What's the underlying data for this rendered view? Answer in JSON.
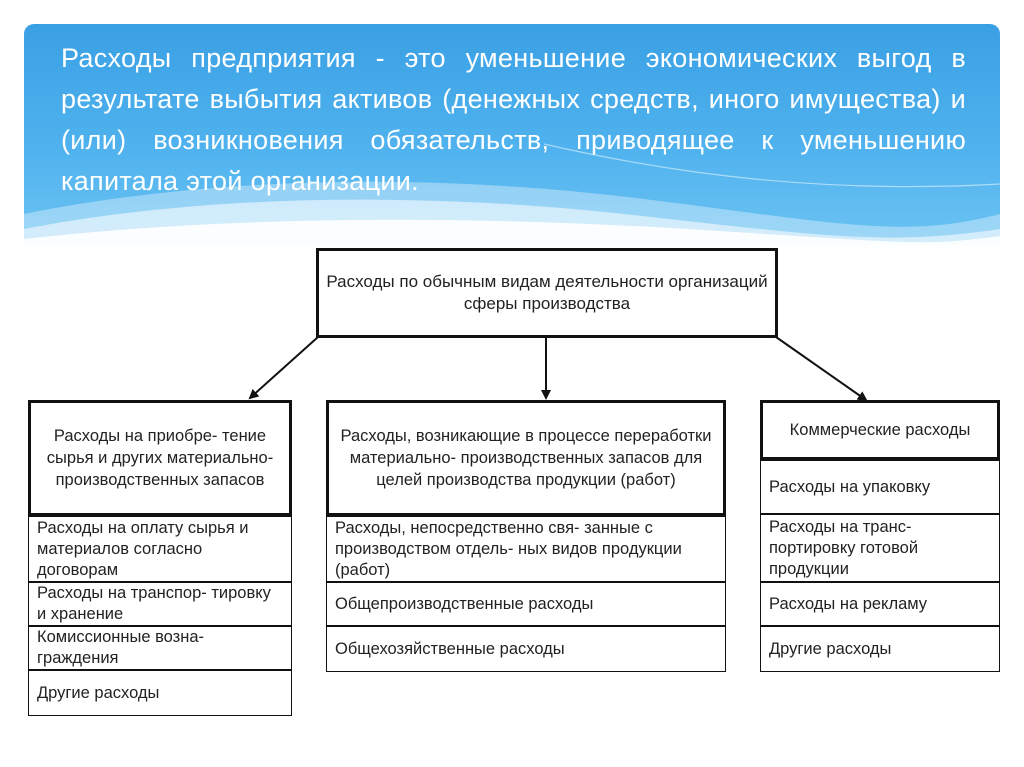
{
  "header": {
    "definition": "Расходы предприятия - это уменьшение экономических выгод в результате выбытия активов (денежных средств, иного имущества) и (или) возникновения обязательств, приводящее к уменьшению капитала этой организации."
  },
  "diagram": {
    "root": "Расходы по обычным видам деятельности организаций сферы производства",
    "columns": [
      {
        "title": "Расходы на приобре- тение сырья и других материально- производственных запасов",
        "items": [
          "Расходы на оплату сырья и материалов согласно договорам",
          "Расходы на транспор- тировку и хранение",
          "Комиссионные возна- граждения",
          "Другие расходы"
        ]
      },
      {
        "title": "Расходы, возникающие в процессе переработки материально- производственных запасов для целей производства продукции (работ)",
        "items": [
          "Расходы, непосредственно свя- занные с производством отдель- ных видов продукции (работ)",
          "Общепроизводственные расходы",
          "Общехозяйственные расходы"
        ]
      },
      {
        "title": "Коммерческие расходы",
        "items": [
          "Расходы на упаковку",
          "Расходы на транс- портировку готовой продукции",
          "Расходы на рекламу",
          "Другие расходы"
        ]
      }
    ]
  },
  "colors": {
    "header_blue": "#3aa0e4",
    "border": "#111111",
    "text": "#222222"
  }
}
